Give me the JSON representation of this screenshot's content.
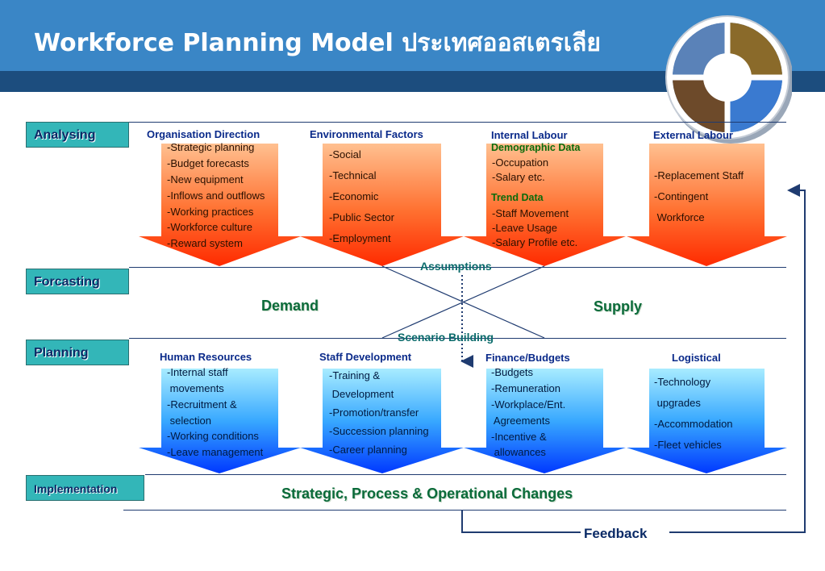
{
  "title": "Workforce Planning Model ประเทศออสเตรเลีย",
  "colors": {
    "header": "#3a86c6",
    "header_band": "#1c4d7e",
    "stage_label": "#33b6b8",
    "red_top": "#ffc090",
    "red_bottom": "#ff2a00",
    "blue_top": "#a8ecff",
    "blue_bottom": "#0038ff",
    "text_green": "#0b6b3a",
    "text_navy": "#0a2a66"
  },
  "stages": {
    "analysing": "Analysing",
    "forcasting": "Forcasting",
    "planning": "Planning",
    "implementation": "Implementation"
  },
  "analysing": {
    "col1": {
      "title": "Organisation Direction",
      "items": [
        "-Strategic planning",
        "-Budget forecasts",
        "-New equipment",
        "-Inflows and outflows",
        "-Working practices",
        "-Workforce culture",
        "-Reward system"
      ]
    },
    "col2": {
      "title": "Environmental Factors",
      "items": [
        "-Social",
        "-Technical",
        "-Economic",
        "-Public Sector",
        "-Employment"
      ]
    },
    "col3": {
      "title": "Internal Labour",
      "sub1": "Demographic Data",
      "items1": [
        "-Occupation",
        "-Salary etc."
      ],
      "sub2": "Trend Data",
      "items2": [
        "-Staff Movement",
        "-Leave Usage",
        "-Salary Profile etc."
      ]
    },
    "col4": {
      "title": "External Labour",
      "items": [
        "-Replacement Staff",
        "-Contingent",
        " Workforce"
      ]
    }
  },
  "assumptions": "Assumptions",
  "demand": "Demand",
  "supply": "Supply",
  "scenario_building": "Scenario Building",
  "planning": {
    "col1": {
      "title": "Human Resources",
      "items": [
        "-Internal staff",
        " movements",
        "-Recruitment &",
        " selection",
        "-Working conditions",
        "-Leave management"
      ]
    },
    "col2": {
      "title": "Staff Development",
      "items": [
        "-Training &",
        " Development",
        "-Promotion/transfer",
        "-Succession planning",
        "-Career planning"
      ]
    },
    "col3": {
      "title": "Finance/Budgets",
      "items": [
        "-Budgets",
        "-Remuneration",
        "-Workplace/Ent.",
        " Agreements",
        "-Incentive &",
        " allowances"
      ]
    },
    "col4": {
      "title": "Logistical",
      "items": [
        "-Technology",
        " upgrades",
        "-Accommodation",
        "-Fleet vehicles"
      ]
    }
  },
  "changes": "Strategic, Process & Operational Changes",
  "feedback": "Feedback"
}
